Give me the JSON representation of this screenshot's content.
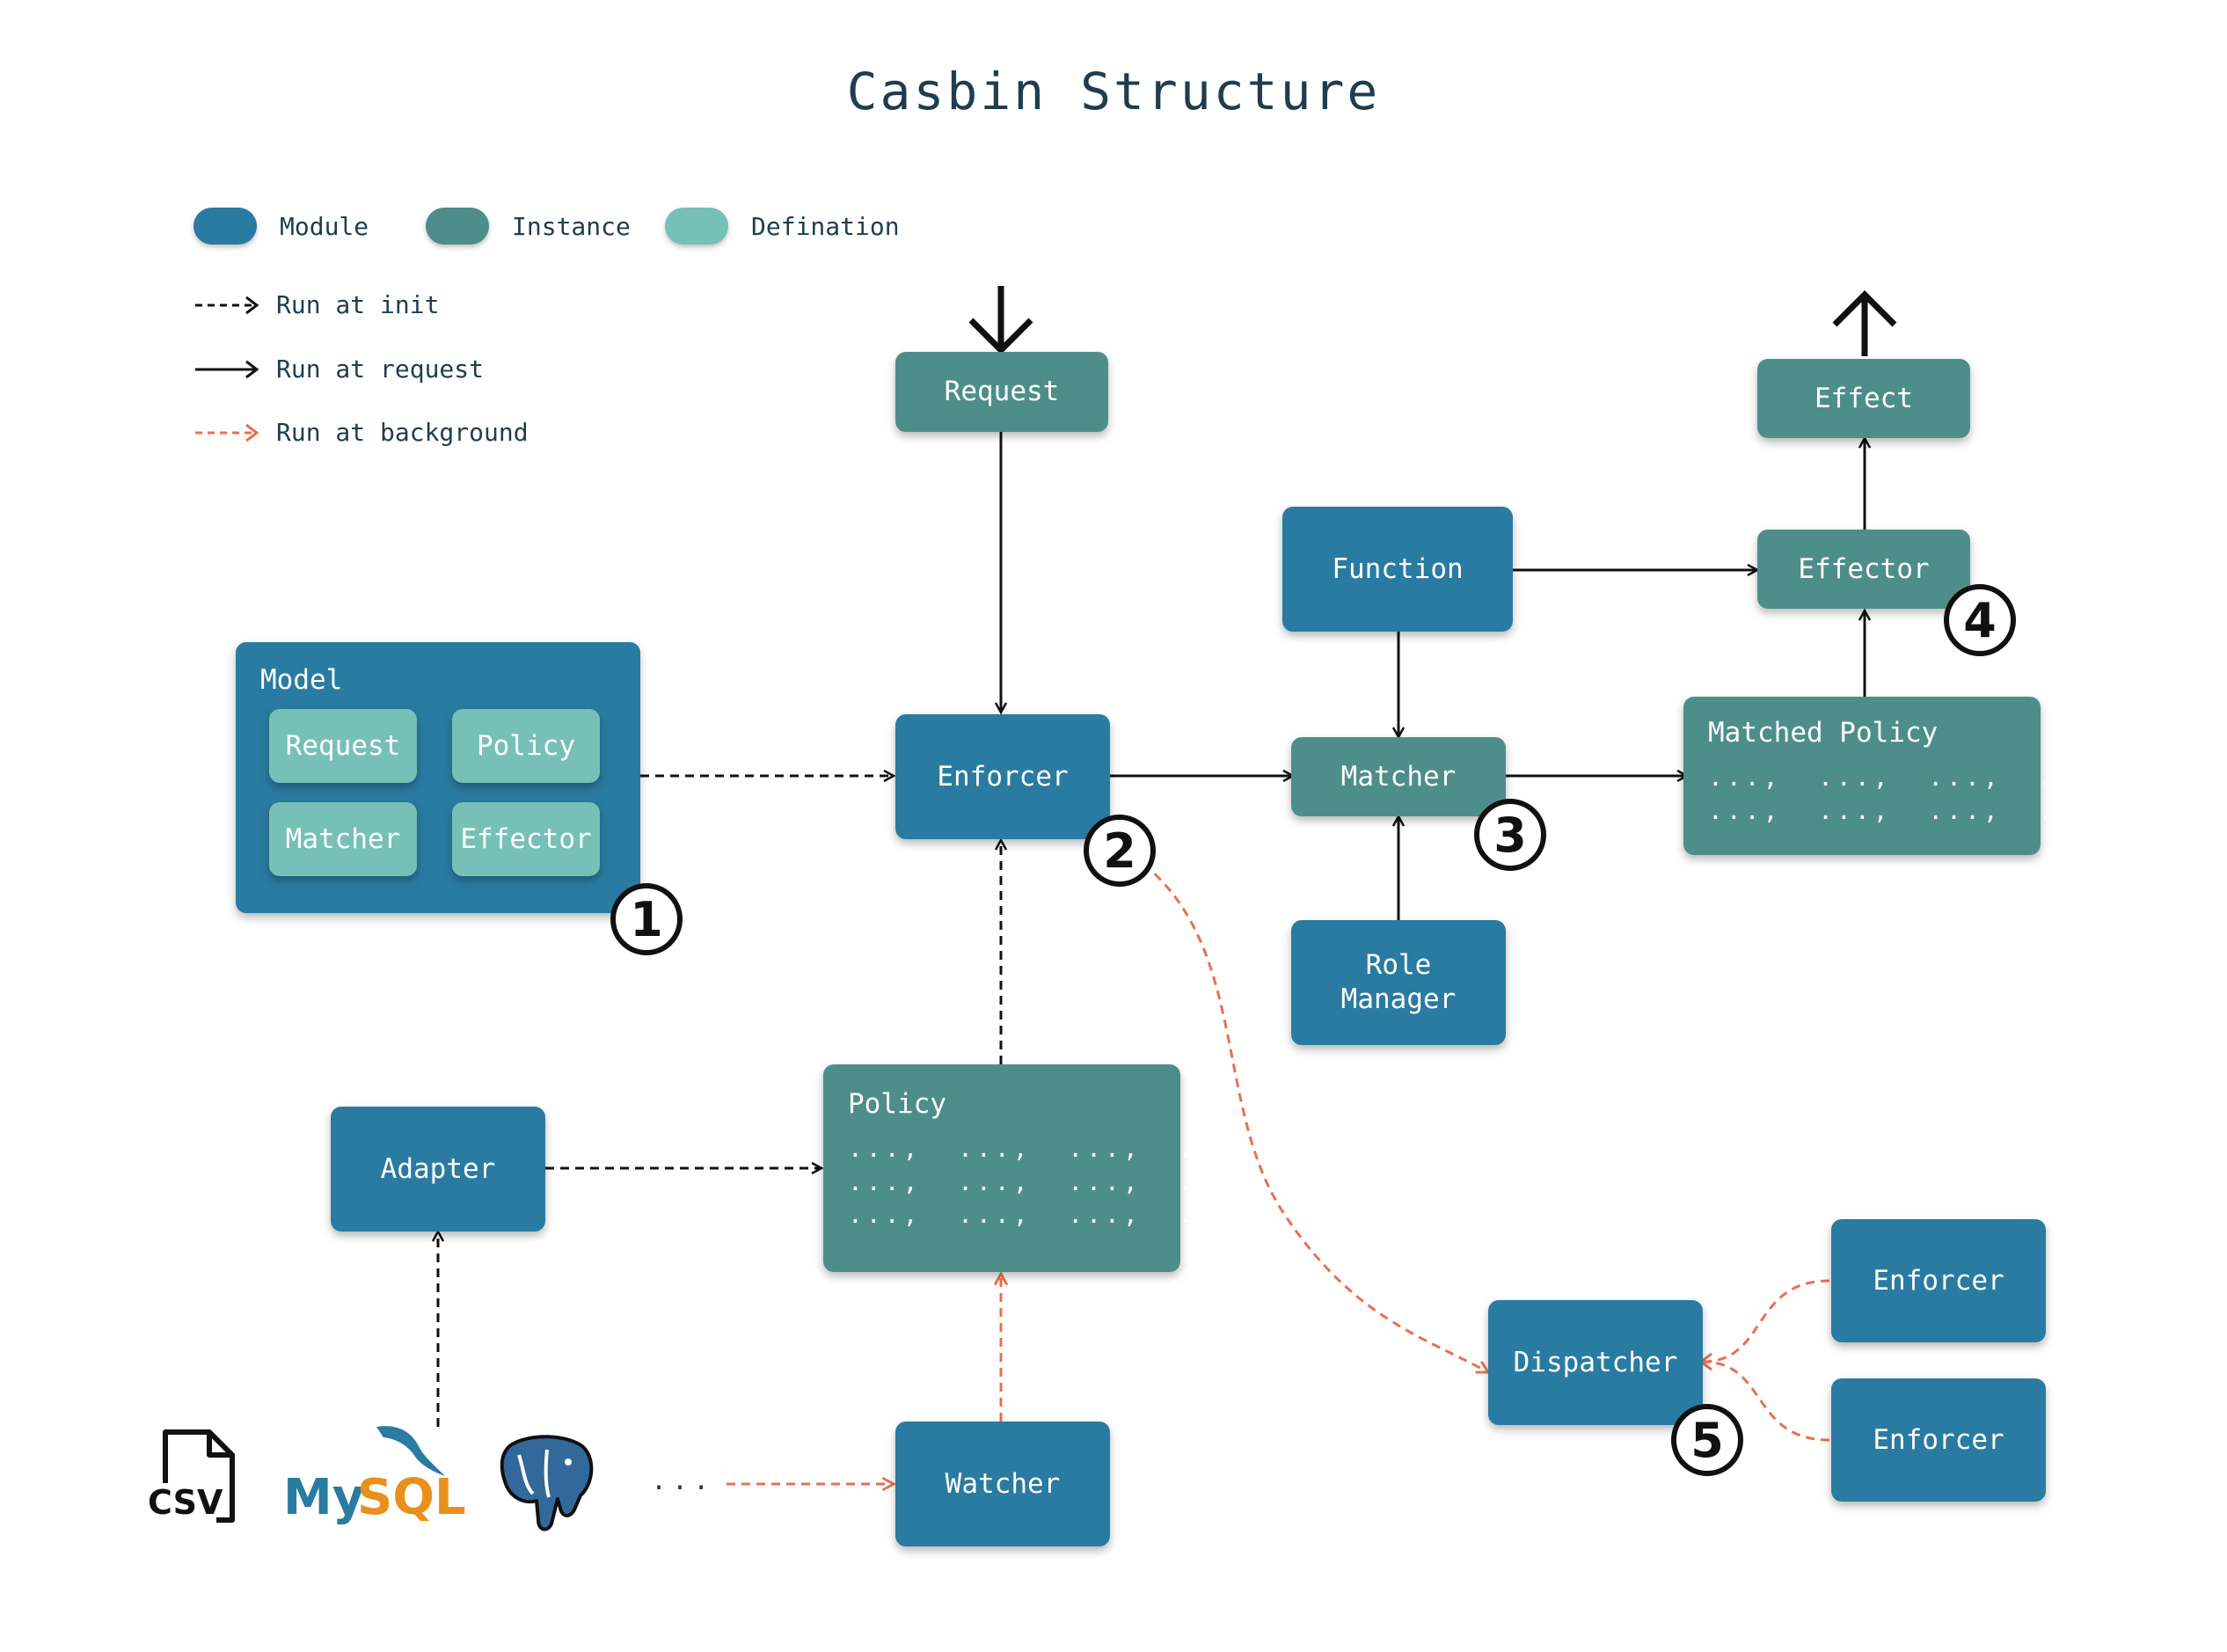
{
  "title": "Casbin Structure",
  "legend": {
    "module": "Module",
    "instance": "Instance",
    "definition": "Defination",
    "run_init": "Run at init",
    "run_request": "Run at request",
    "run_background": "Run at background"
  },
  "colors": {
    "module": "#2a7ba1",
    "instance": "#4e8e8a",
    "definition": "#77c0b7",
    "background_arrow": "#e8704f",
    "title": "#1f3d4f"
  },
  "nodes": {
    "model": "Model",
    "model_request": "Request",
    "model_policy": "Policy",
    "model_matcher": "Matcher",
    "model_effector": "Effector",
    "request": "Request",
    "enforcer": "Enforcer",
    "function": "Function",
    "matcher": "Matcher",
    "role_manager": "Role\nManager",
    "effector": "Effector",
    "effect": "Effect",
    "matched_policy": "Matched Policy",
    "matched_policy_rows": "...,  ...,  ...,  ...\n...,  ...,  ...,  ...",
    "policy": "Policy",
    "policy_rows": "...,  ...,  ...,  ...\n...,  ...,  ...,  ...\n...,  ...,  ...,  ...",
    "adapter": "Adapter",
    "watcher": "Watcher",
    "dispatcher": "Dispatcher",
    "enforcer_a": "Enforcer",
    "enforcer_b": "Enforcer"
  },
  "badges": [
    "1",
    "2",
    "3",
    "4",
    "5"
  ],
  "sources": {
    "csv": "CSV",
    "mysql_my": "My",
    "mysql_sql": "SQL",
    "more": "..."
  },
  "icons": [
    "csv-file-icon",
    "mysql-logo-icon",
    "postgresql-elephant-icon"
  ]
}
